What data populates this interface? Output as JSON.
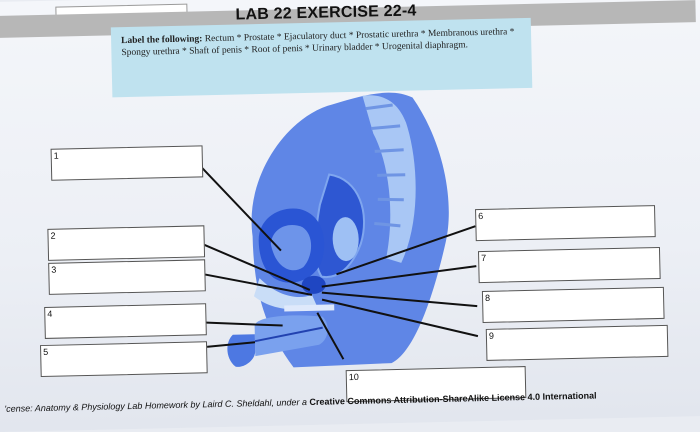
{
  "header": {
    "title": "LAB 22 EXERCISE 22-4"
  },
  "instructions": {
    "lead": "Label the following:",
    "text": "Rectum * Prostate * Ejaculatory duct * Prostatic urethra * Membranous urethra * Spongy urethra * Shaft of penis * Root of penis * Urinary bladder * Urogenital diaphragm."
  },
  "labels": [
    {
      "number": "1"
    },
    {
      "number": "2"
    },
    {
      "number": "3"
    },
    {
      "number": "4"
    },
    {
      "number": "5"
    },
    {
      "number": "6"
    },
    {
      "number": "7"
    },
    {
      "number": "8"
    },
    {
      "number": "9"
    },
    {
      "number": "10"
    }
  ],
  "footer": {
    "left": "'cense: Anatomy & Physiology Lab Homework by Laird C. Sheldahl, under a",
    "right": "Creative Commons Attribution-ShareAlike License 4.0 International"
  },
  "colors": {
    "organ_blue": "#3a64d8",
    "light_blue": "#8fb4f0",
    "pale": "#c9ddf7",
    "instr_bg": "#bfe2ef"
  }
}
